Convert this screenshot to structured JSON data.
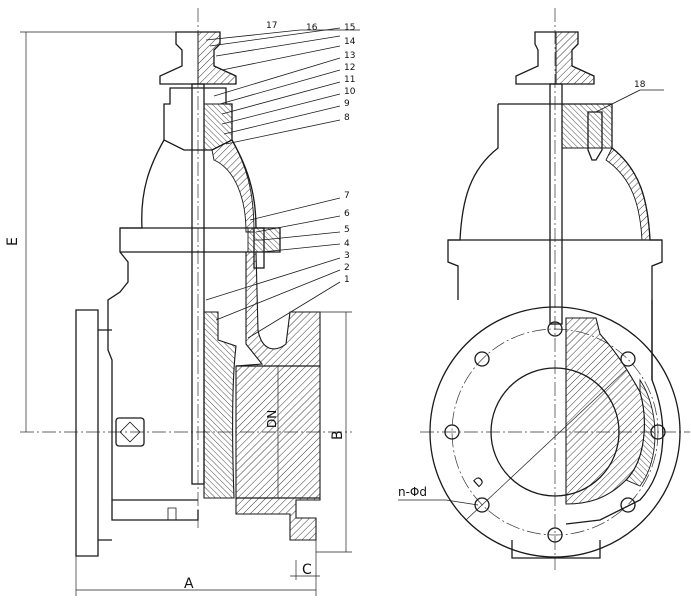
{
  "part_numbers": [
    "1",
    "2",
    "3",
    "4",
    "5",
    "6",
    "7",
    "8",
    "9",
    "10",
    "11",
    "12",
    "13",
    "14",
    "15",
    "16",
    "17",
    "18"
  ],
  "dimensions": {
    "E": "E",
    "A": "A",
    "B": "B",
    "C": "C",
    "DN": "DN",
    "D": "D",
    "n_phi_d": "n-Φd"
  }
}
